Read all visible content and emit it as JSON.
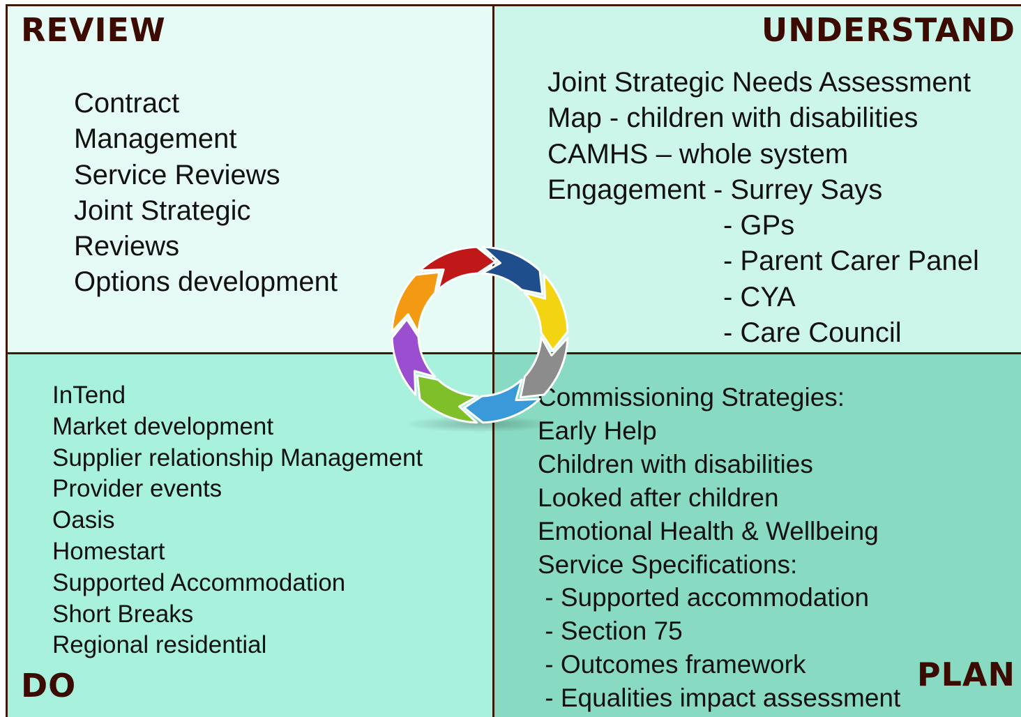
{
  "colors": {
    "heading": "#3b0a00",
    "border": "#3b1a0a",
    "review_bg": "#e6fbf5",
    "understand_bg": "#cdf6ea",
    "do_bg": "#a8f2dd",
    "plan_bg": "#88dbc2",
    "text": "#111111"
  },
  "review": {
    "heading": "REVIEW",
    "items": [
      "Contract",
      "Management",
      "Service Reviews",
      "Joint Strategic",
      "Reviews",
      "Options development"
    ]
  },
  "understand": {
    "heading": "UNDERSTAND",
    "items": [
      "Joint Strategic Needs Assessment",
      "Map - children with disabilities",
      "CAMHS – whole system",
      "Engagement - Surrey Says",
      "- GPs",
      "- Parent Carer Panel",
      "- CYA",
      "- Care Council"
    ]
  },
  "do": {
    "heading": "DO",
    "items": [
      "InTend",
      "Market development",
      "Supplier relationship Management",
      "Provider events",
      "Oasis",
      "Homestart",
      "Supported Accommodation",
      "Short Breaks",
      "Regional residential"
    ]
  },
  "plan": {
    "heading": "PLAN",
    "items": [
      "Commissioning Strategies:",
      "Early Help",
      "Children with disabilities",
      "Looked after children",
      "Emotional Health & Wellbeing",
      "Service Specifications:",
      " - Supported accommodation",
      " - Section 75",
      " - Outcomes framework",
      " - Equalities impact assessment"
    ]
  },
  "cycle": {
    "segment_colors": [
      "#1f4e8c",
      "#f2d411",
      "#8c8c8c",
      "#3a9ad9",
      "#7fbf2a",
      "#9a4fd1",
      "#f39a12",
      "#c01818"
    ]
  }
}
